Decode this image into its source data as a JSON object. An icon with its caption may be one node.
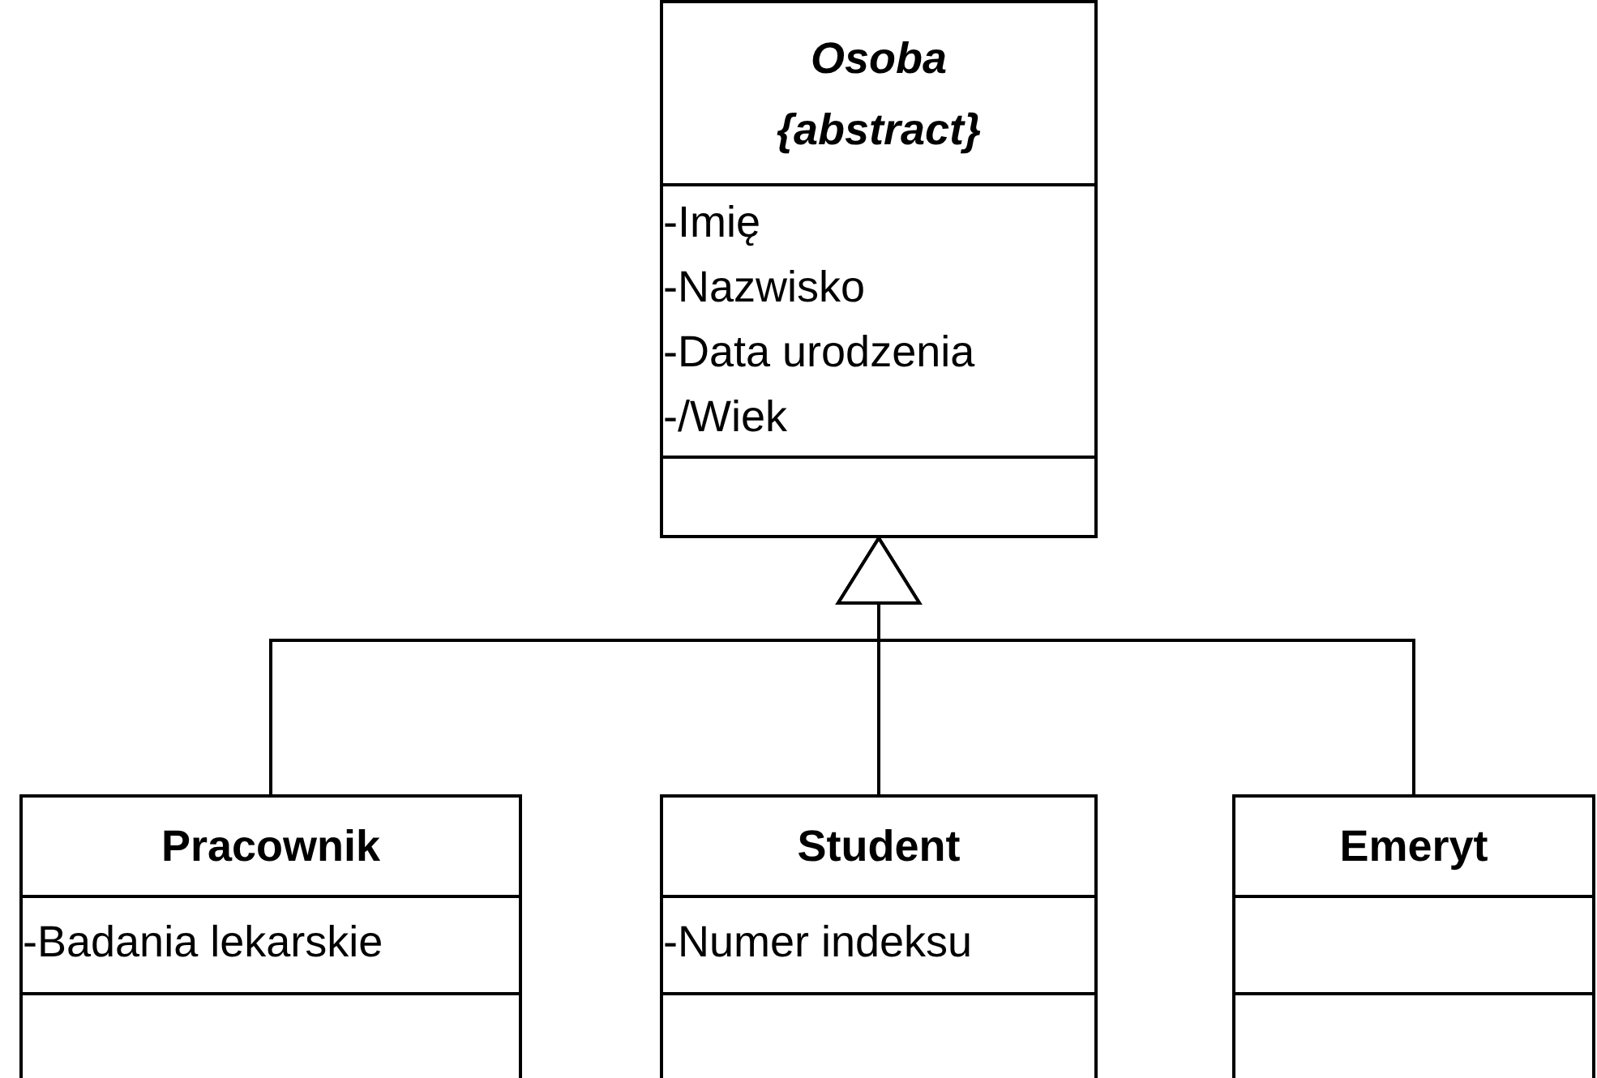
{
  "diagram": {
    "nodes": [
      {
        "text": [
          "Osoba",
          "{abstract}",
          "-Imię",
          "-Nazwisko",
          "-Data urodzenia",
          "-/Wiek"
        ]
      },
      {
        "text": [
          "Pracownik",
          "-Badania lekarskie"
        ]
      },
      {
        "text": [
          "Student",
          "-Numer indeksu"
        ]
      },
      {
        "text": [
          "Emeryt"
        ]
      }
    ],
    "edges": [
      {
        "from": 1,
        "to": 0,
        "arrow": "to"
      },
      {
        "from": 2,
        "to": 0,
        "arrow": "to"
      },
      {
        "from": 3,
        "to": 0,
        "arrow": "to"
      }
    ]
  }
}
